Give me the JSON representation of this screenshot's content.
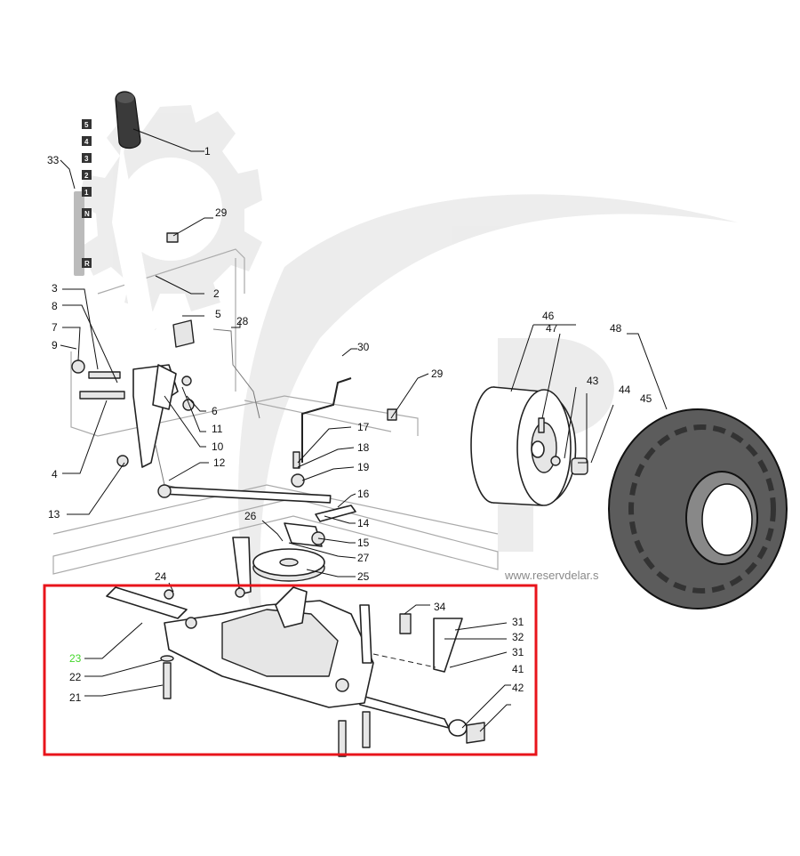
{
  "watermark": {
    "text": "www.reservdelar.s"
  },
  "gear_positions": [
    "5",
    "4",
    "3",
    "2",
    "1",
    "N",
    "R"
  ],
  "callouts": [
    {
      "id": "c1",
      "label": "1"
    },
    {
      "id": "c2",
      "label": "2"
    },
    {
      "id": "c3",
      "label": "3"
    },
    {
      "id": "c4",
      "label": "4"
    },
    {
      "id": "c5",
      "label": "5"
    },
    {
      "id": "c6",
      "label": "6"
    },
    {
      "id": "c7",
      "label": "7"
    },
    {
      "id": "c8",
      "label": "8"
    },
    {
      "id": "c9",
      "label": "9"
    },
    {
      "id": "c10",
      "label": "10"
    },
    {
      "id": "c11",
      "label": "11"
    },
    {
      "id": "c12",
      "label": "12"
    },
    {
      "id": "c13",
      "label": "13"
    },
    {
      "id": "c14",
      "label": "14"
    },
    {
      "id": "c15",
      "label": "15"
    },
    {
      "id": "c16",
      "label": "16"
    },
    {
      "id": "c17",
      "label": "17"
    },
    {
      "id": "c18",
      "label": "18"
    },
    {
      "id": "c19",
      "label": "19"
    },
    {
      "id": "c21",
      "label": "21"
    },
    {
      "id": "c22",
      "label": "22"
    },
    {
      "id": "c23",
      "label": "23"
    },
    {
      "id": "c24",
      "label": "24"
    },
    {
      "id": "c25",
      "label": "25"
    },
    {
      "id": "c26",
      "label": "26"
    },
    {
      "id": "c27",
      "label": "27"
    },
    {
      "id": "c28",
      "label": "28"
    },
    {
      "id": "c29a",
      "label": "29"
    },
    {
      "id": "c29b",
      "label": "29"
    },
    {
      "id": "c30",
      "label": "30"
    },
    {
      "id": "c31a",
      "label": "31"
    },
    {
      "id": "c31b",
      "label": "31"
    },
    {
      "id": "c32",
      "label": "32"
    },
    {
      "id": "c33",
      "label": "33"
    },
    {
      "id": "c34",
      "label": "34"
    },
    {
      "id": "c41",
      "label": "41"
    },
    {
      "id": "c42",
      "label": "42"
    },
    {
      "id": "c43",
      "label": "43"
    },
    {
      "id": "c44",
      "label": "44"
    },
    {
      "id": "c45",
      "label": "45"
    },
    {
      "id": "c46",
      "label": "46"
    },
    {
      "id": "c47",
      "label": "47"
    },
    {
      "id": "c48",
      "label": "48"
    }
  ],
  "highlight": {
    "label": "23",
    "color": "#44d62c",
    "box_color": "#e8141b"
  }
}
